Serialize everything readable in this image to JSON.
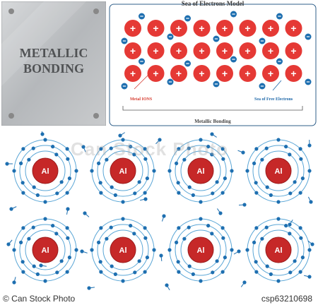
{
  "plate": {
    "title_line1": "METALLIC",
    "title_line2": "BONDING"
  },
  "model": {
    "title": "Sea of Electrons Model",
    "ion_label": "Metal IONS",
    "electron_label": "Sea of Free Electrons",
    "bonding_label": "Metallic Bonding",
    "ion_symbol": "+",
    "electron_symbol": "-"
  },
  "atoms": {
    "symbol": "Al",
    "rows": 2,
    "cols": 4
  },
  "watermark": "Can Stock Photo",
  "footer": {
    "site": "© Can Stock Photo",
    "id": "csp63210698"
  },
  "colors": {
    "ion_red": "#e53935",
    "electron_blue": "#1e6fb0",
    "orbit_blue": "#5aa6d6",
    "plate_gray": "#b9bcbf",
    "nucleus_red": "#c62828"
  }
}
